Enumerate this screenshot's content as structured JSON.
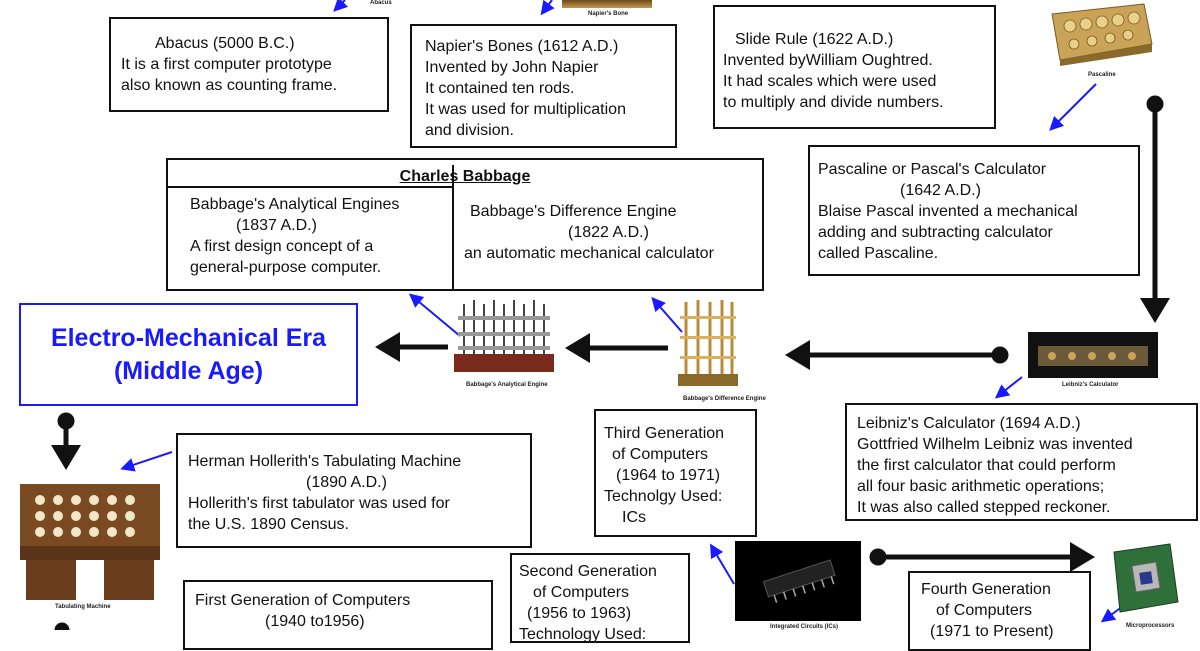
{
  "boxes": {
    "abacus": [
      "Abacus (5000 B.C.)",
      "It is a first computer prototype",
      "also known as counting frame."
    ],
    "napier": [
      "Napier's Bones (1612 A.D.)",
      "Invented by John Napier",
      "It contained ten rods.",
      "It was used for multiplication",
      "and division."
    ],
    "slide_rule": [
      "Slide Rule (1622 A.D.)",
      "Invented byWilliam Oughtred.",
      "It had scales which were used",
      "to multiply and divide numbers."
    ],
    "pascaline": [
      "Pascaline or Pascal's Calculator",
      "(1642 A.D.)",
      "Blaise Pascal invented a mechanical",
      "adding and subtracting calculator",
      "called Pascaline."
    ],
    "babbage_title": "Charles Babbage",
    "analytical": [
      "Babbage's Analytical Engines",
      "(1837 A.D.)",
      "A first design concept of a",
      "general-purpose computer."
    ],
    "difference": [
      "Babbage's Difference Engine",
      "(1822 A.D.)",
      "an automatic mechanical calculator"
    ],
    "era": [
      "Electro-Mechanical Era",
      "(Middle Age)"
    ],
    "leibniz": [
      "Leibniz's Calculator (1694 A.D.)",
      "Gottfried Wilhelm Leibniz was invented",
      "the first calculator that could perform",
      "all four basic arithmetic operations;",
      "It was also called stepped reckoner."
    ],
    "hollerith": [
      "Herman Hollerith's Tabulating Machine",
      "(1890 A.D.)",
      "Hollerith's first tabulator was used for",
      "the U.S. 1890 Census."
    ],
    "third_gen": [
      "Third Generation",
      "of Computers",
      "(1964 to 1971)",
      "Technolgy Used:",
      "ICs"
    ],
    "second_gen": [
      "Second Generation",
      "of Computers",
      "(1956 to 1963)",
      "Technology Used:"
    ],
    "first_gen": [
      "First Generation of Computers",
      "(1940 to1956)"
    ],
    "fourth_gen": [
      "Fourth Generation",
      "of Computers",
      "(1971 to Present)"
    ]
  },
  "captions": {
    "abacus": "Abacus",
    "napier": "Napier's Bone",
    "pascaline": "Pascaline",
    "leibniz": "Leibniz's Calculator",
    "analytical": "Babbage's Analytical Engine",
    "difference": "Babbage's Difference Engine",
    "tabulating": "Tabulating Machine",
    "ics": "Integrated Circuits (ICs)",
    "microprocessors": "Microprocessors"
  },
  "colors": {
    "accent": "#1a1aff",
    "border": "#111111"
  }
}
